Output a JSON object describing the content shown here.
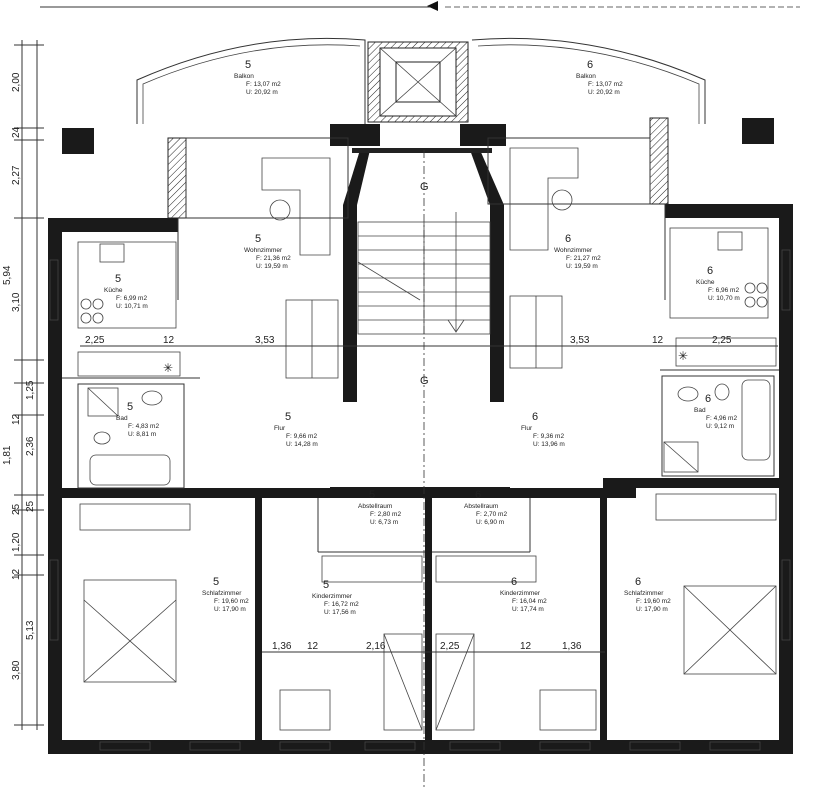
{
  "dimensions_left": [
    "2,00",
    "24",
    "2,27",
    "5,94",
    "3,10",
    "1,81",
    "12",
    "1,25",
    "2,36",
    "25",
    "1,20",
    "25",
    "12",
    "5,13",
    "3,80"
  ],
  "dimensions_horizontal": [
    "2,25",
    "12",
    "3,53",
    "3,53",
    "12",
    "2,25",
    "1,36",
    "12",
    "2,16",
    "2,25",
    "12",
    "1,36"
  ],
  "stair_labels": [
    "G",
    "G"
  ],
  "rooms": [
    {
      "num": "5",
      "name": "Balkon",
      "area": "F: 13,07 m2",
      "perimeter": "U: 20,92 m"
    },
    {
      "num": "6",
      "name": "Balkon",
      "area": "F: 13,07 m2",
      "perimeter": "U: 20,92 m"
    },
    {
      "num": "5",
      "name": "Wohnzimmer",
      "area": "F: 21,36 m2",
      "perimeter": "U: 19,59 m"
    },
    {
      "num": "6",
      "name": "Wohnzimmer",
      "area": "F: 21,27 m2",
      "perimeter": "U: 19,59 m"
    },
    {
      "num": "5",
      "name": "Küche",
      "area": "F: 6,99 m2",
      "perimeter": "U: 10,71 m"
    },
    {
      "num": "6",
      "name": "Küche",
      "area": "F: 6,96 m2",
      "perimeter": "U: 10,70 m"
    },
    {
      "num": "5",
      "name": "Bad",
      "area": "F: 4,83 m2",
      "perimeter": "U: 8,81 m"
    },
    {
      "num": "6",
      "name": "Bad",
      "area": "F: 4,96 m2",
      "perimeter": "U: 9,12 m"
    },
    {
      "num": "5",
      "name": "Flur",
      "area": "F: 9,66 m2",
      "perimeter": "U: 14,28 m"
    },
    {
      "num": "6",
      "name": "Flur",
      "area": "F: 9,36 m2",
      "perimeter": "U: 13,96 m"
    },
    {
      "num": "5",
      "name": "Abstellraum",
      "area": "F: 2,80 m2",
      "perimeter": "U: 6,73 m"
    },
    {
      "num": "6",
      "name": "Abstellraum",
      "area": "F: 2,70 m2",
      "perimeter": "U: 6,90 m"
    },
    {
      "num": "5",
      "name": "Schlafzimmer",
      "area": "F: 19,60 m2",
      "perimeter": "U: 17,90 m"
    },
    {
      "num": "5",
      "name": "Kinderzimmer",
      "area": "F: 16,72 m2",
      "perimeter": "U: 17,56 m"
    },
    {
      "num": "6",
      "name": "Kinderzimmer",
      "area": "F: 16,04 m2",
      "perimeter": "U: 17,74 m"
    },
    {
      "num": "6",
      "name": "Schlafzimmer",
      "area": "F: 19,60 m2",
      "perimeter": "U: 17,90 m"
    }
  ]
}
